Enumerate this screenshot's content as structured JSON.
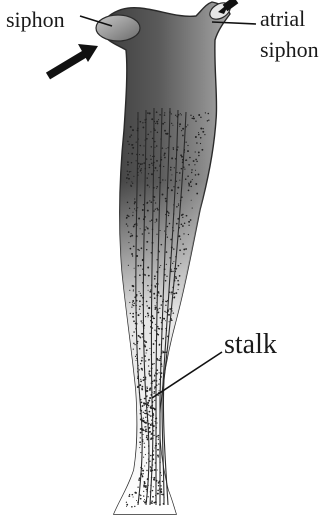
{
  "labels": {
    "oral_siphon": "siphon",
    "atrial_line1": "atrial",
    "atrial_line2": "siphon",
    "stalk": "stalk"
  }
}
